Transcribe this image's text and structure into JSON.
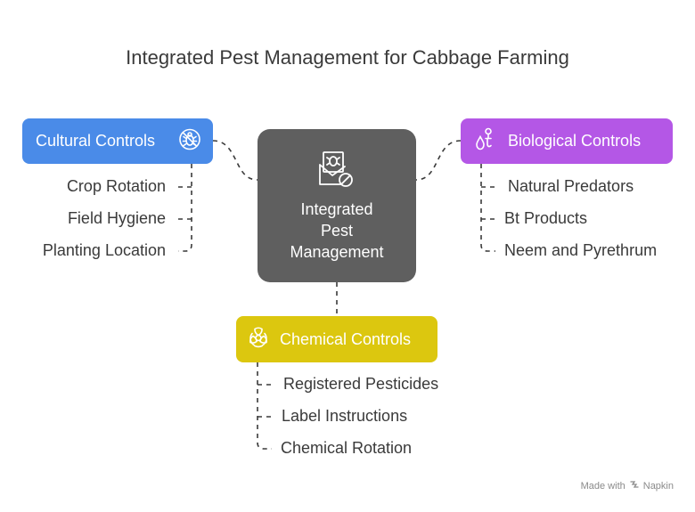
{
  "title": "Integrated Pest Management for Cabbage Farming",
  "center": {
    "lines": [
      "Integrated",
      "Pest",
      "Management"
    ]
  },
  "cultural": {
    "label": "Cultural Controls",
    "color": "#4a8be8",
    "icon": "no-bug-icon",
    "items": [
      "Crop Rotation",
      "Field Hygiene",
      "Planting Location"
    ]
  },
  "biological": {
    "label": "Biological Controls",
    "color": "#b457e6",
    "icon": "dropper-icon",
    "items": [
      "Natural Predators",
      "Bt Products",
      "Neem and Pyrethrum"
    ]
  },
  "chemical": {
    "label": "Chemical Controls",
    "color": "#dcc70f",
    "icon": "biohazard-icon",
    "items": [
      "Registered Pesticides",
      "Label Instructions",
      "Chemical Rotation"
    ]
  },
  "footer": {
    "text": "Made with",
    "brand": "Napkin"
  }
}
